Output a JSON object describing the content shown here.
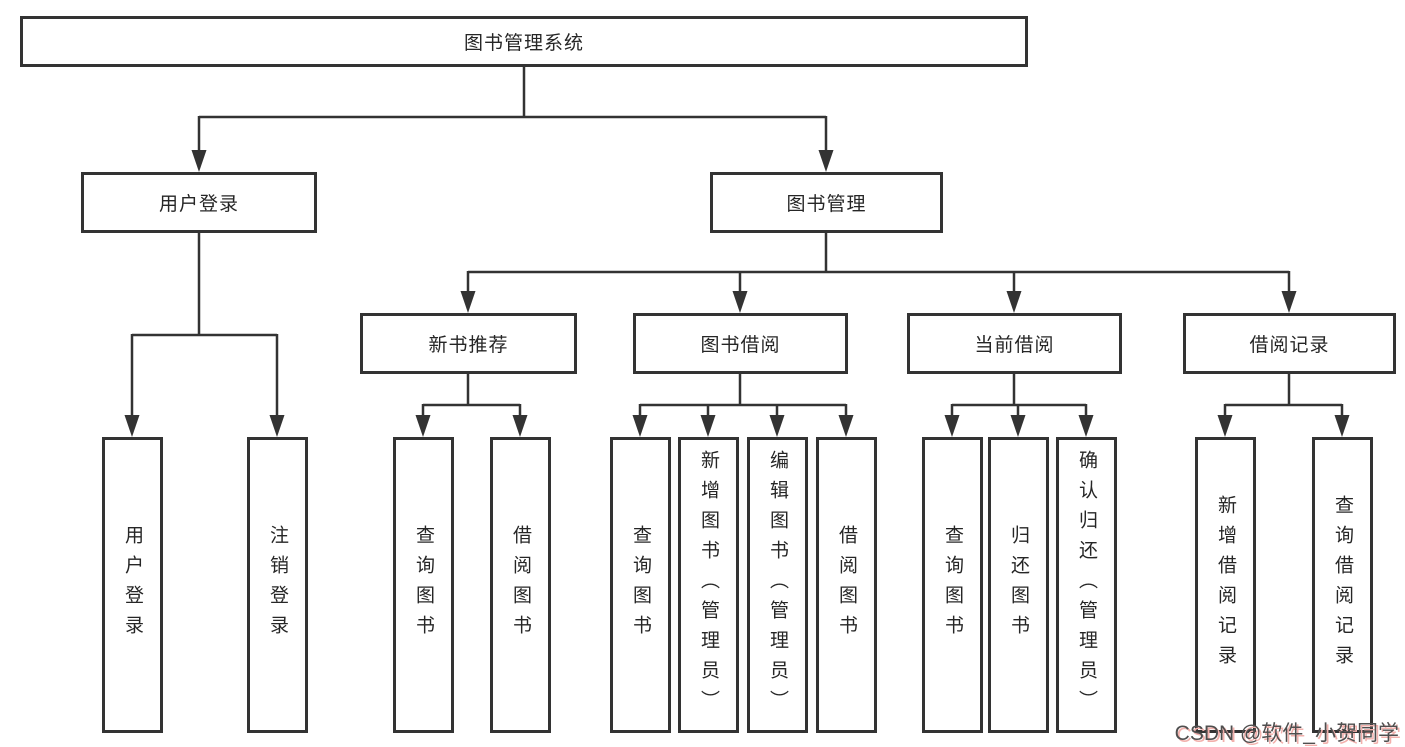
{
  "diagram": {
    "type": "hierarchy-tree",
    "root": {
      "label": "图书管理系统"
    },
    "level2": [
      {
        "label": "用户登录"
      },
      {
        "label": "图书管理"
      }
    ],
    "level3": [
      {
        "label": "新书推荐",
        "parent": "图书管理"
      },
      {
        "label": "图书借阅",
        "parent": "图书管理"
      },
      {
        "label": "当前借阅",
        "parent": "图书管理"
      },
      {
        "label": "借阅记录",
        "parent": "图书管理"
      }
    ],
    "leaves": [
      {
        "label": "用户登录",
        "parent": "用户登录"
      },
      {
        "label": "注销登录",
        "parent": "用户登录"
      },
      {
        "label": "查询图书",
        "parent": "新书推荐"
      },
      {
        "label": "借阅图书",
        "parent": "新书推荐"
      },
      {
        "label": "查询图书",
        "parent": "图书借阅"
      },
      {
        "label": "新增图书（管理员）",
        "parent": "图书借阅"
      },
      {
        "label": "编辑图书（管理员）",
        "parent": "图书借阅"
      },
      {
        "label": "借阅图书",
        "parent": "图书借阅"
      },
      {
        "label": "查询图书",
        "parent": "当前借阅"
      },
      {
        "label": "归还图书",
        "parent": "当前借阅"
      },
      {
        "label": "确认归还（管理员）",
        "parent": "当前借阅"
      },
      {
        "label": "新增借阅记录",
        "parent": "借阅记录"
      },
      {
        "label": "查询借阅记录",
        "parent": "借阅记录"
      }
    ],
    "colors": {
      "line": "#333333",
      "box_border": "#333333",
      "text": "#262626",
      "background": "#ffffff"
    }
  },
  "watermark": {
    "text": "CSDN @软件_小贺同学",
    "color_gray": "#4f4f4f",
    "color_pink": "#f2b0ac"
  }
}
